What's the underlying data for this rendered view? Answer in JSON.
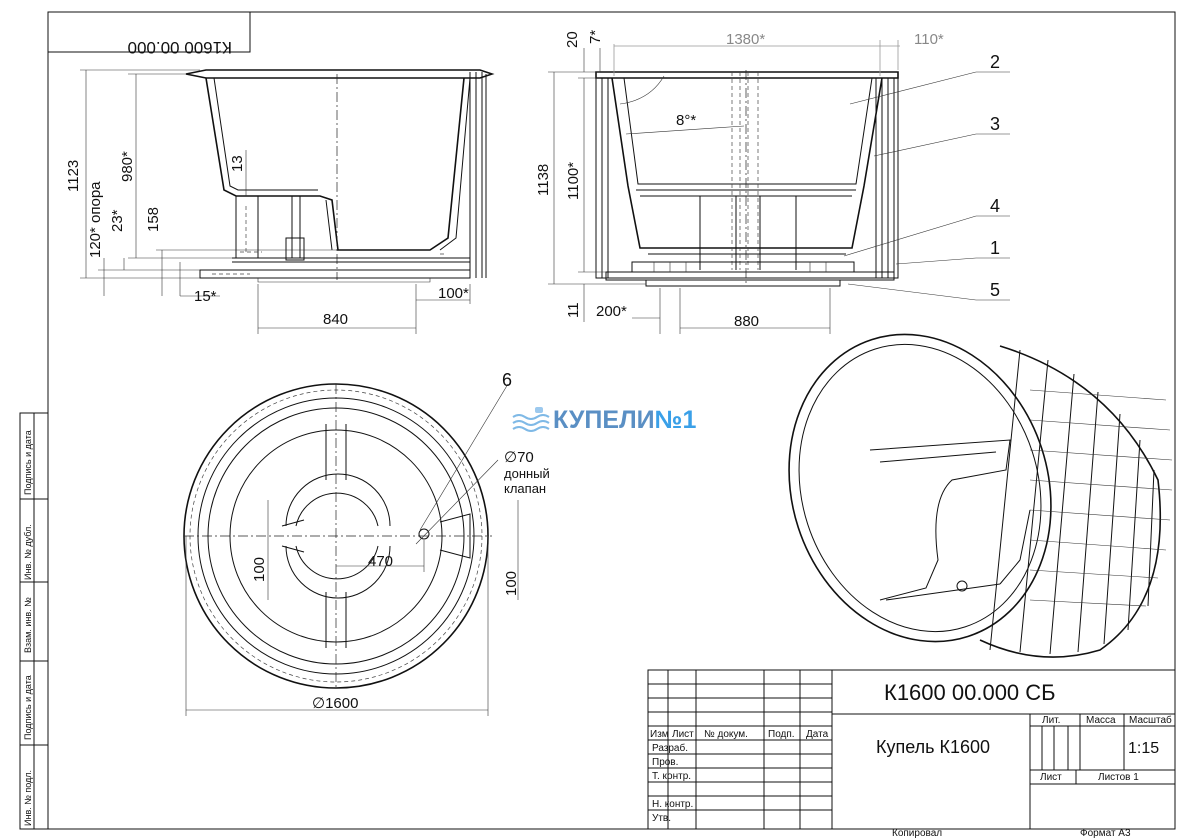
{
  "drawing": {
    "mirrored_code": "К1600 00.000",
    "designation": "К1600 00.000 СБ",
    "name": "Купель К1600",
    "scale": "1:15",
    "sheets": "Листов 1",
    "col_lit": "Лит.",
    "col_mass": "Масса",
    "col_scale": "Масштаб",
    "col_sheet": "Лист",
    "copied": "Копировал",
    "format": "Формат А3"
  },
  "title_block": {
    "headers": [
      "Изм",
      "Лист",
      "№ докум.",
      "Подп.",
      "Дата"
    ],
    "roles": [
      "Разраб.",
      "Пров.",
      "Т. контр.",
      "Н. контр.",
      "Утв."
    ]
  },
  "side_stamp": [
    "Подпись и дата",
    "Инв. № дубл.",
    "Взам. инв. №",
    "Подпись и дата",
    "Инв. № подл."
  ],
  "logo": {
    "text": "КУПЕЛИ",
    "suffix": "№1"
  },
  "dims_left": {
    "h1123": "1123",
    "h980": "980*",
    "h13": "13",
    "h158": "158",
    "h23": "23*",
    "h120": "120* опора",
    "w15": "15*",
    "w840": "840",
    "w100": "100*"
  },
  "dims_right": {
    "h20": "20",
    "h7": "7*",
    "w1380": "1380*",
    "w110": "110*",
    "angle8": "8°*",
    "h1138": "1138",
    "h1100": "1100*",
    "h11": "11",
    "w200": "200*",
    "w880": "880"
  },
  "parts": [
    "2",
    "3",
    "4",
    "1",
    "5",
    "6"
  ],
  "plan_dims": {
    "d70": "∅70",
    "valve1": "донный",
    "valve2": "клапан",
    "w470": "470",
    "h100a": "100",
    "h100b": "100",
    "d1600": "∅1600"
  }
}
